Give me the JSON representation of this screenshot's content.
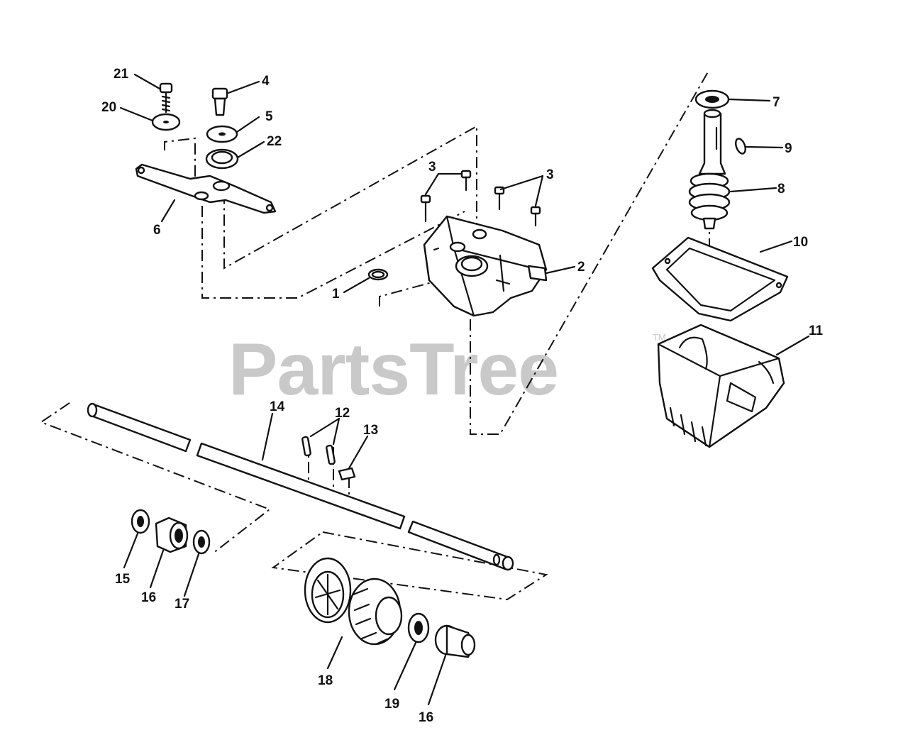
{
  "watermark": {
    "text": "PartsTree",
    "trademark": "TM"
  },
  "callouts": {
    "p1": "1",
    "p2": "2",
    "p3a": "3",
    "p3b": "3",
    "p4": "4",
    "p5": "5",
    "p6": "6",
    "p7": "7",
    "p8": "8",
    "p9": "9",
    "p10": "10",
    "p11": "11",
    "p12": "12",
    "p13": "13",
    "p14": "14",
    "p15": "15",
    "p16a": "16",
    "p16b": "16",
    "p17": "17",
    "p18": "18",
    "p19": "19",
    "p20": "20",
    "p21": "21",
    "p22": "22"
  }
}
